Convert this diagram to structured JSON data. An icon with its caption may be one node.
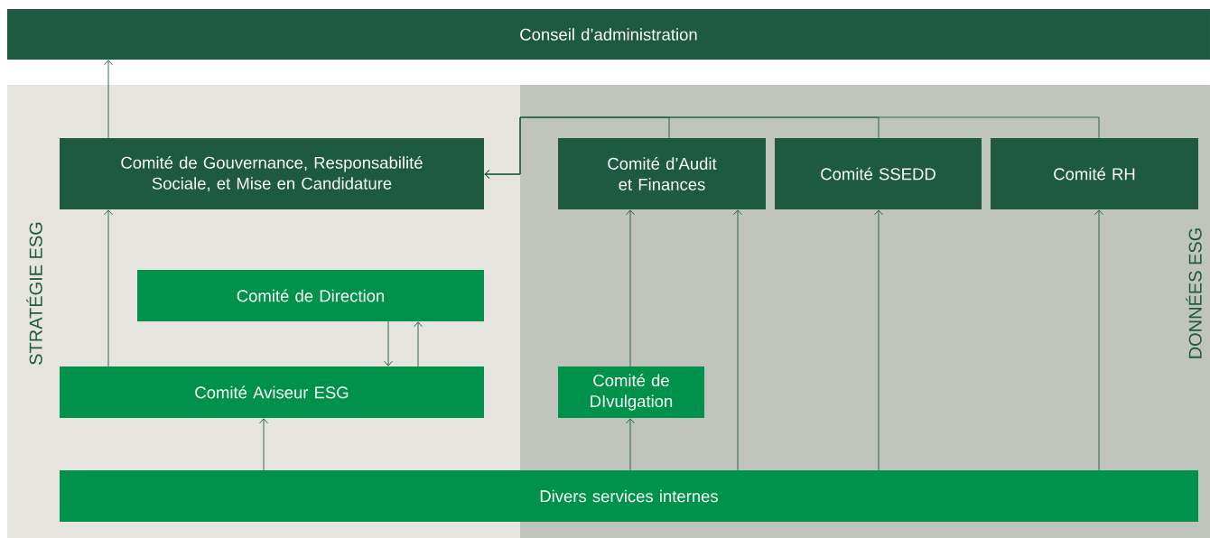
{
  "diagram": {
    "nodes": [
      {
        "text": [
          "Conseil d’administration"
        ]
      },
      {
        "text": [
          "STRATÉGIE ESG"
        ]
      },
      {
        "text": [
          "DONNÉES ESG"
        ]
      },
      {
        "text": [
          "Comité de Gouvernance, Responsabilité Sociale, et Mise en Candidature"
        ],
        "in": 1
      },
      {
        "text": [
          "Comité d’Audit et Finances"
        ],
        "in": 2
      },
      {
        "text": [
          "Comité SSEDD"
        ],
        "in": 2
      },
      {
        "text": [
          "Comité RH"
        ],
        "in": 2
      },
      {
        "text": [
          "Comité de Direction"
        ],
        "in": 1
      },
      {
        "text": [
          "Comité Aviseur ESG"
        ],
        "in": 1
      },
      {
        "text": [
          "Comité de DIvulgation"
        ],
        "in": 2
      },
      {
        "text": [
          "Divers services internes"
        ]
      }
    ],
    "edges": [
      {
        "from": 3,
        "to": 0,
        "arrow": "to"
      },
      {
        "from": 4,
        "to": 3,
        "arrow": "to"
      },
      {
        "from": 5,
        "to": 3,
        "arrow": "to"
      },
      {
        "from": 6,
        "to": 3,
        "arrow": "to"
      },
      {
        "from": 8,
        "to": 3,
        "arrow": "to"
      },
      {
        "from": 7,
        "to": 8,
        "arrow": "to"
      },
      {
        "from": 8,
        "to": 7,
        "arrow": "to"
      },
      {
        "from": 10,
        "to": 8,
        "arrow": "to"
      },
      {
        "from": 10,
        "to": 9,
        "arrow": "to"
      },
      {
        "from": 9,
        "to": 4,
        "arrow": "to"
      },
      {
        "from": 10,
        "to": 4,
        "arrow": "to"
      },
      {
        "from": 10,
        "to": 5,
        "arrow": "to"
      },
      {
        "from": 10,
        "to": 6,
        "arrow": "to"
      }
    ]
  }
}
